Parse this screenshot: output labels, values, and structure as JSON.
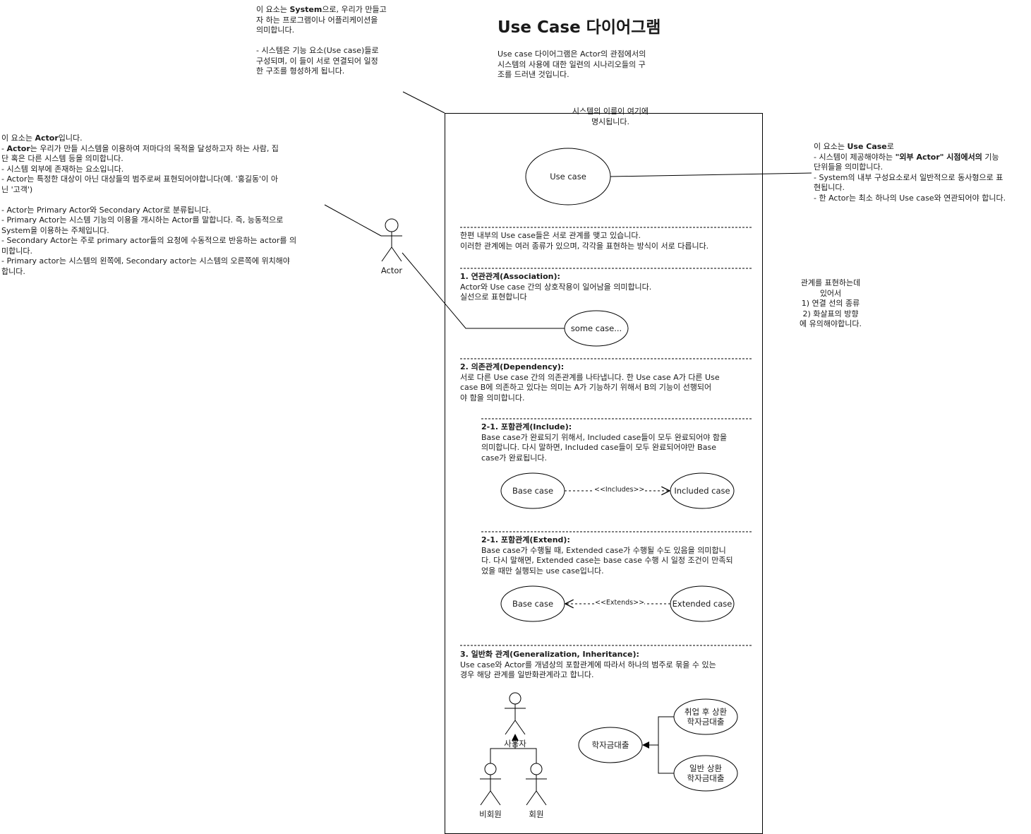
{
  "title": "Use Case 다이어그램",
  "subtitle": "Use case 다이어그램은 Actor의 관점에서의\n시스템의 사용에 대한 일련의 시나리오들의 구\n조를 드러낸 것입니다.",
  "system_note": {
    "line1_pre": "이 요소는 ",
    "line1_bold": "System",
    "line1_post": "으로, 우리가 만들고\n자 하는 프로그램이나 어플리케이션을\n의미합니다.\n\n - 시스템은 기능 요소(Use case)들로\n구성되며, 이 들이 서로 연결되어 일정\n한 구조를 형성하게 됩니다."
  },
  "system_name": "시스템의 이름이 여기에\n명시됩니다.",
  "actor_note": {
    "l1_pre": "이 요소는 ",
    "l1_bold": "Actor",
    "l1_post": "입니다.",
    "l2_pre": " - ",
    "l2_bold": "Actor",
    "l2_post": "는 우리가 만들 시스템을 이용하여 저마다의 목적을 달성하고자 하는 사람, 집\n단 혹은 다른 시스템 등을 의미합니다.\n - 시스템 외부에 존재하는 요소입니다.\n - Actor는 특정한 대상이 아닌 대상들의 범주로써 표현되어야합니다(예. '홍길동'이 아\n닌 '고객')\n\n - Actor는 Primary Actor와 Secondary Actor로 분류됩니다.\n    - Primary Actor는 시스템 기능의 이용을 개시하는 Actor를 말합니다. 즉, 능동적으로\n System을 이용하는 주체입니다.\n    - Secondary Actor는 주로 primary actor들의 요청에 수동적으로 반응하는 actor를 의\n미합니다.\n    - Primary actor는 시스템의 왼쪽에, Secondary actor는 시스템의 오른쪽에 위치해야\n합니다."
  },
  "actor_label": "Actor",
  "usecase_note": {
    "l1_pre": "이 요소는 ",
    "l1_bold": "Use Case",
    "l1_post": "로",
    "l2_pre": " - 시스템이 제공해야하는 ",
    "l2_bold": "\"외부 Actor\" 시점에서의",
    "l2_post": " 기능\n단위들을 의미합니다.\n - System의 내부 구성요소로서 일반적으로 동사형으로 표\n현됩니다.\n - 한 Actor는 최소 하나의 Use case와 연관되어야 합니다."
  },
  "usecase_label": "Use case",
  "relation_hint": "관계를 표현하는데\n있어서\n1) 연결 선의 종류\n2) 화살표의 방향\n에 유의해야합니다.",
  "intro": "한편 내부의 Use case들은 서로 관계를 맺고 있습니다.\n이러한 관계에는 여러 종류가 있으며, 각각을 표현하는 방식이 서로 다릅니다.",
  "association": {
    "heading": "1. 연관관계(Association):",
    "body": "Actor와 Use case 간의 상호작용이 일어남을 의미합니다.\n실선으로 표현합니다",
    "case_label": "some case..."
  },
  "dependency": {
    "heading": "2. 의존관계(Dependency):",
    "body": "서로 다른 Use case 간의 의존관계를 나타냅니다. 한 Use case A가 다른 Use\ncase B에 의존하고 있다는 의미는 A가 기능하기 위해서 B의 기능이 선행되어\n야 함을 의미합니다."
  },
  "include": {
    "heading": "2-1. 포함관계(Include):",
    "body": "Base case가 완료되기 위해서, Included case들이 모두 완료되어야 함을\n의미합니다. 다시 말하면, Included case들이 모두 완료되어야만 Base\ncase가 완료됩니다.",
    "base": "Base case",
    "included": "Included case",
    "stereotype": "<<Includes>>"
  },
  "extend": {
    "heading": "2-1. 포함관계(Extend):",
    "body": "Base case가 수행될 때, Extended case가 수행될 수도 있음을 의미합니\n다. 다시 말해면, Extended case는 base case 수행 시 일정 조건이 만족되\n었을 때만 실행되는 use case입니다.",
    "base": "Base case",
    "extended": "Extended case",
    "stereotype": "<<Extends>>"
  },
  "generalization": {
    "heading": "3. 일반화 관계(Generalization, Inheritance):",
    "body": "Use case와 Actor를 개념상의 포함관계에 따라서 하나의 범주로 묶을 수 있는\n경우 해당 관계를 일반화관계라고 합니다.",
    "parent_actor": "사용자",
    "child_actor_1": "비회원",
    "child_actor_2": "회원",
    "parent_case": "학자금대출",
    "child_case_1": "취업 후 상환\n학자금대출",
    "child_case_2": "일반 상환\n학자금대출"
  }
}
